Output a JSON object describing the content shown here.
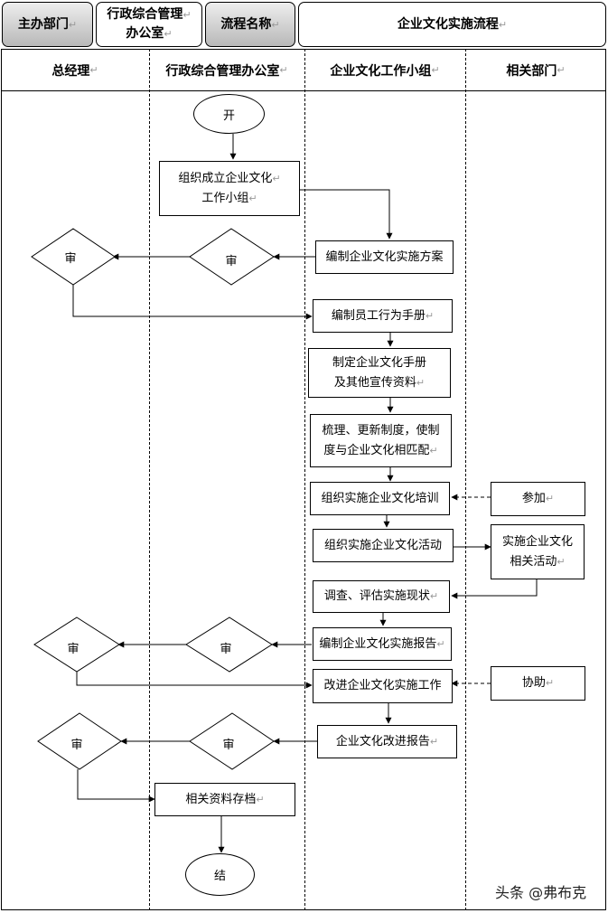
{
  "header": {
    "dept_label": "主办部门",
    "dept_value_line1": "行政综合管理",
    "dept_value_line2": "办公室",
    "process_label": "流程名称",
    "process_value": "企业文化实施流程"
  },
  "lanes": [
    "总经理",
    "行政综合管理办公室",
    "企业文化工作小组",
    "相关部门"
  ],
  "nodes": {
    "start": "开",
    "form_group_1": "组织成立企业文化",
    "form_group_2": "工作小组",
    "plan": "编制企业文化实施方案",
    "review_a1": "审",
    "review_a2": "审",
    "handbook_staff": "编制员工行为手册",
    "culture_handbook_1": "制定企业文化手册",
    "culture_handbook_2": "及其他宣传资料",
    "rules_1": "梳理、更新制度，使制",
    "rules_2": "度与企业文化相匹配",
    "training": "组织实施企业文化培训",
    "participate": "参加",
    "activity": "组织实施企业文化活动",
    "implement_1": "实施企业文化",
    "implement_2": "相关活动",
    "survey": "调查、评估实施现状",
    "report": "编制企业文化实施报告",
    "review_b1": "审",
    "review_b2": "审",
    "improve": "改进企业文化实施工作",
    "assist": "协助",
    "improve_report": "企业文化改进报告",
    "review_c1": "审",
    "review_c2": "审",
    "archive": "相关资料存档",
    "end": "结"
  },
  "watermark": "头条 @弗布克"
}
